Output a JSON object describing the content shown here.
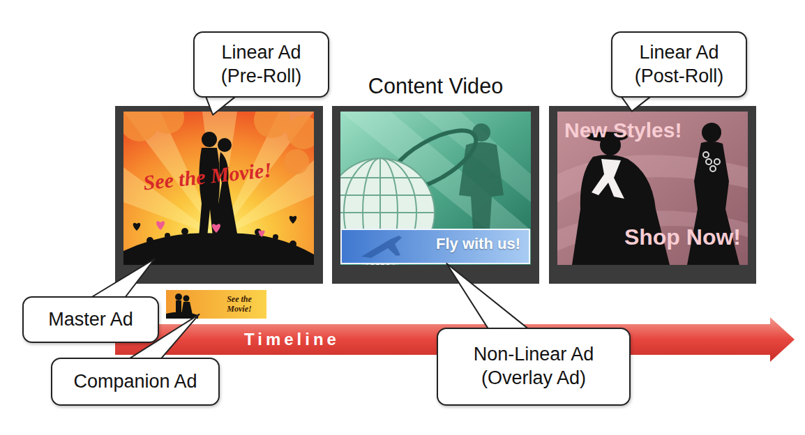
{
  "diagram": {
    "nodes": [
      {
        "text": [
          "Linear Ad (Pre-Roll)"
        ]
      },
      {
        "text": [
          "See the Movie!"
        ]
      },
      {
        "text": [
          "Content Video"
        ]
      },
      {
        "text": [
          "Fly with us!"
        ],
        "in": 2
      },
      {
        "text": [
          "Linear Ad (Post-Roll)"
        ]
      },
      {
        "text": [
          "New Styles!",
          "Shop Now!"
        ]
      },
      {
        "text": [
          "See the Movie!"
        ]
      },
      {
        "text": [
          "Master Ad"
        ]
      },
      {
        "text": [
          "Companion Ad"
        ]
      },
      {
        "text": [
          "Timeline"
        ]
      },
      {
        "text": [
          "Non-Linear Ad (Overlay Ad)"
        ]
      }
    ],
    "edges": [
      {
        "from": 0,
        "to": 1,
        "arrow": "none"
      },
      {
        "from": 4,
        "to": 5,
        "arrow": "none"
      },
      {
        "from": 7,
        "to": 1,
        "arrow": "none"
      },
      {
        "from": 8,
        "to": 6,
        "arrow": "none"
      },
      {
        "from": 10,
        "to": 3,
        "arrow": "none"
      }
    ]
  }
}
